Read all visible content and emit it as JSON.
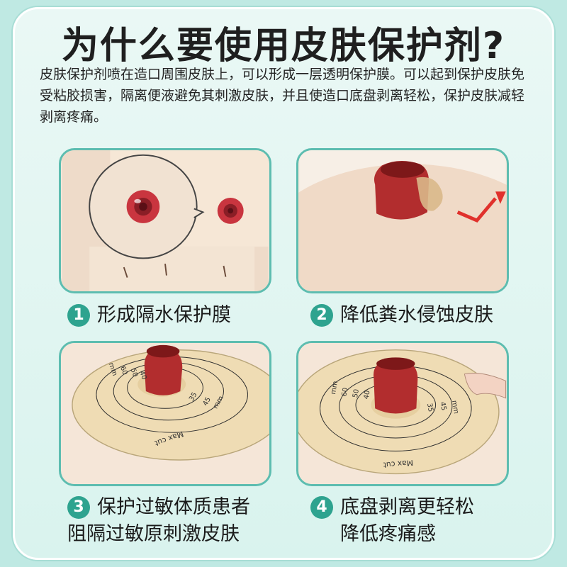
{
  "title": "为什么要使用皮肤保护剂?",
  "intro": "皮肤保护剂喷在造口周围皮肤上，可以形成一层透明保护膜。可以起到保护皮肤免受粘胶损害，隔离便液避免其刺激皮肤，并且使造口底盘剥离轻松，保护皮肤减轻剥离疼痛。",
  "panels": [
    {
      "number": "1",
      "lines": [
        "形成隔水保护膜"
      ]
    },
    {
      "number": "2",
      "lines": [
        "降低粪水侵蚀皮肤"
      ]
    },
    {
      "number": "3",
      "lines": [
        "保护过敏体质患者",
        "阻隔过敏原刺激皮肤"
      ]
    },
    {
      "number": "4",
      "lines": [
        "底盘剥离更轻松",
        "降低疼痛感"
      ]
    }
  ],
  "wafer_labels": {
    "unit": "mm",
    "sizes": [
      "60",
      "50",
      "40",
      "35",
      "45"
    ],
    "max_cut": "Max cut"
  },
  "colors": {
    "accent": "#2ea38f",
    "panel_border": "#5dbdb0",
    "stoma": "#b8302f",
    "arrow": "#e0312c"
  }
}
